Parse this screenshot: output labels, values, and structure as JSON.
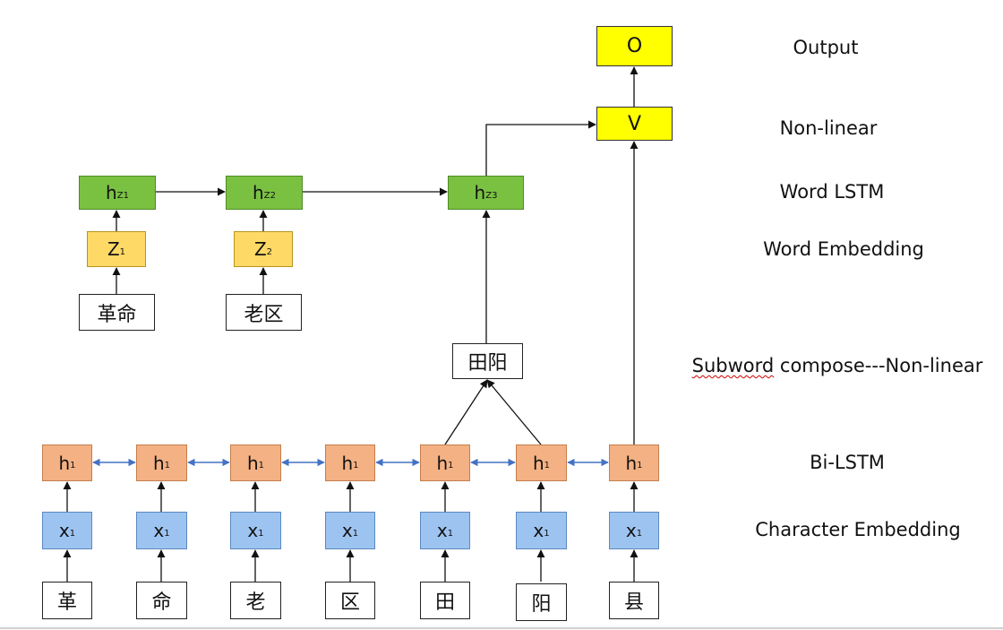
{
  "char_nodes": [
    "革",
    "命",
    "老",
    "区",
    "田",
    "阳",
    "县"
  ],
  "char_emb": {
    "base": "x",
    "sub": "1"
  },
  "bi_lstm": {
    "base": "h",
    "sub": "1"
  },
  "word_inputs": [
    "革命",
    "老区"
  ],
  "subword_node": "田阳",
  "word_emb": [
    {
      "base": "Z",
      "sub": "1"
    },
    {
      "base": "Z",
      "sub": "2"
    }
  ],
  "word_lstm": [
    {
      "base": "h",
      "sub": "Z1"
    },
    {
      "base": "h",
      "sub": "Z2"
    },
    {
      "base": "h",
      "sub": "Z3"
    }
  ],
  "nonlinear_node": "V",
  "output_node": "O",
  "row_labels": {
    "output": "Output",
    "nonlinear": "Non-linear",
    "word_lstm": "Word LSTM",
    "word_embedding": "Word Embedding",
    "subword_word": "Subword",
    "subword_rest": " compose---Non-linear",
    "bi_lstm": "Bi-LSTM",
    "char_embedding": "Character Embedding"
  },
  "colors": {
    "char_embedding": "#9dc3f0",
    "bi_lstm": "#f4b183",
    "word_lstm": "#7ac142",
    "word_embedding": "#ffd966",
    "top_layers": "#ffff00",
    "bi_arrow": "#4472c4"
  }
}
